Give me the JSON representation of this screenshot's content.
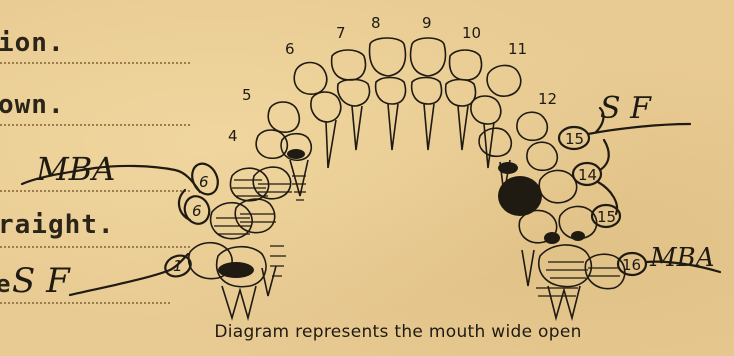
{
  "form_fragments": {
    "line1": "ion.",
    "line2": "own.",
    "line3": "raight.",
    "line4": "e"
  },
  "handwriting": {
    "initials_left_1": "MBA",
    "initials_left_2": "S F",
    "initials_right_1": "S F",
    "initials_right_2": "MBA"
  },
  "tooth_numbers": [
    "4",
    "5",
    "6",
    "7",
    "8",
    "9",
    "10",
    "11",
    "12"
  ],
  "circled_numbers": [
    "6",
    "6",
    "1",
    "15",
    "14",
    "15",
    "16"
  ],
  "caption": "Diagram represents the mouth wide open",
  "ink_color": "#1f1a12"
}
